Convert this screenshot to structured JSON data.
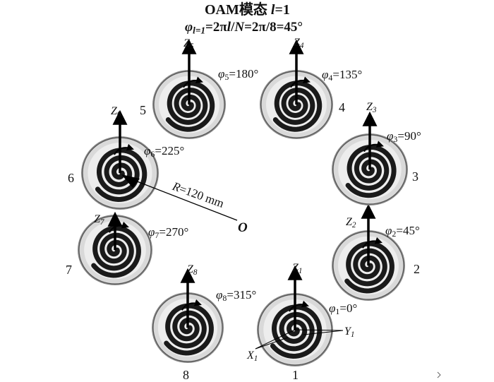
{
  "title": {
    "prefix": "OAM模态 ",
    "var": "l",
    "suffix": "=1"
  },
  "formula": {
    "phi": "φ",
    "sub": "l=1",
    "middle": "=2π",
    "l": "l",
    "slash": "/",
    "N": "N",
    "rest": "=2π/8=45°"
  },
  "radius": {
    "var": "R",
    "text": "=120 mm"
  },
  "origin_label": "O",
  "elements": [
    {
      "id": "1",
      "phase_sub": "1",
      "phase_val": "=0°",
      "z_sub": "1"
    },
    {
      "id": "2",
      "phase_sub": "2",
      "phase_val": "=45°",
      "z_sub": "2"
    },
    {
      "id": "3",
      "phase_sub": "3",
      "phase_val": "=90°",
      "z_sub": "3"
    },
    {
      "id": "4",
      "phase_sub": "4",
      "phase_val": "=135°",
      "z_sub": "4"
    },
    {
      "id": "5",
      "phase_sub": "5",
      "phase_val": "=180°",
      "z_sub": "5"
    },
    {
      "id": "6",
      "phase_sub": "6",
      "phase_val": "=225°",
      "z_sub": "6"
    },
    {
      "id": "7",
      "phase_sub": "7",
      "phase_val": "=270°",
      "z_sub": "7"
    },
    {
      "id": "8",
      "phase_sub": "8",
      "phase_val": "=315°",
      "z_sub": "8"
    }
  ],
  "axes": {
    "z": "Z",
    "x": "X",
    "x_sub": "1",
    "y": "Y",
    "y_sub": "1"
  },
  "symbols": {
    "phi": "φ"
  }
}
